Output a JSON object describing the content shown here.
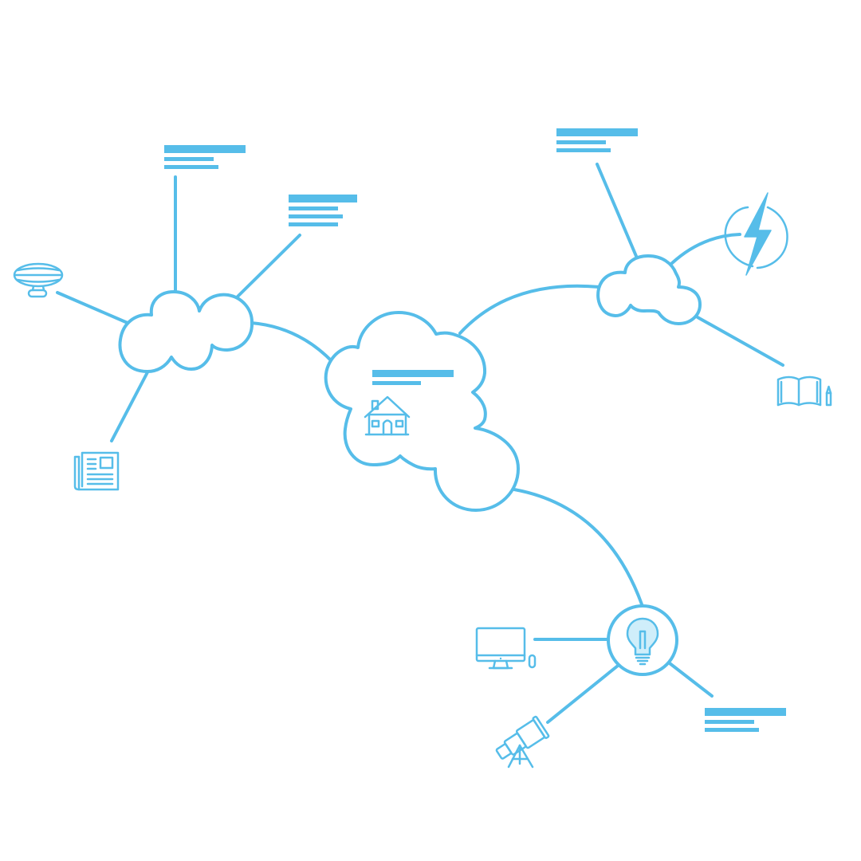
{
  "colors": {
    "accent": "#56bde9",
    "bulb_fill": "#cfeefa",
    "background": "#ffffff"
  },
  "diagram": {
    "central_node": {
      "shape": "cloud",
      "icon": "house-icon"
    },
    "branches": [
      {
        "name": "left-cluster",
        "shape": "cloud",
        "children": [
          "text-placeholder",
          "text-placeholder",
          "airship-icon",
          "newspaper-icon"
        ]
      },
      {
        "name": "right-cluster",
        "shape": "cloud",
        "children": [
          "text-placeholder",
          "lightning-icon",
          "book-pencil-icon"
        ]
      },
      {
        "name": "bottom-cluster",
        "shape": "circle",
        "icon": "lightbulb-icon",
        "children": [
          "computer-icon",
          "telescope-icon",
          "text-placeholder"
        ]
      }
    ]
  }
}
